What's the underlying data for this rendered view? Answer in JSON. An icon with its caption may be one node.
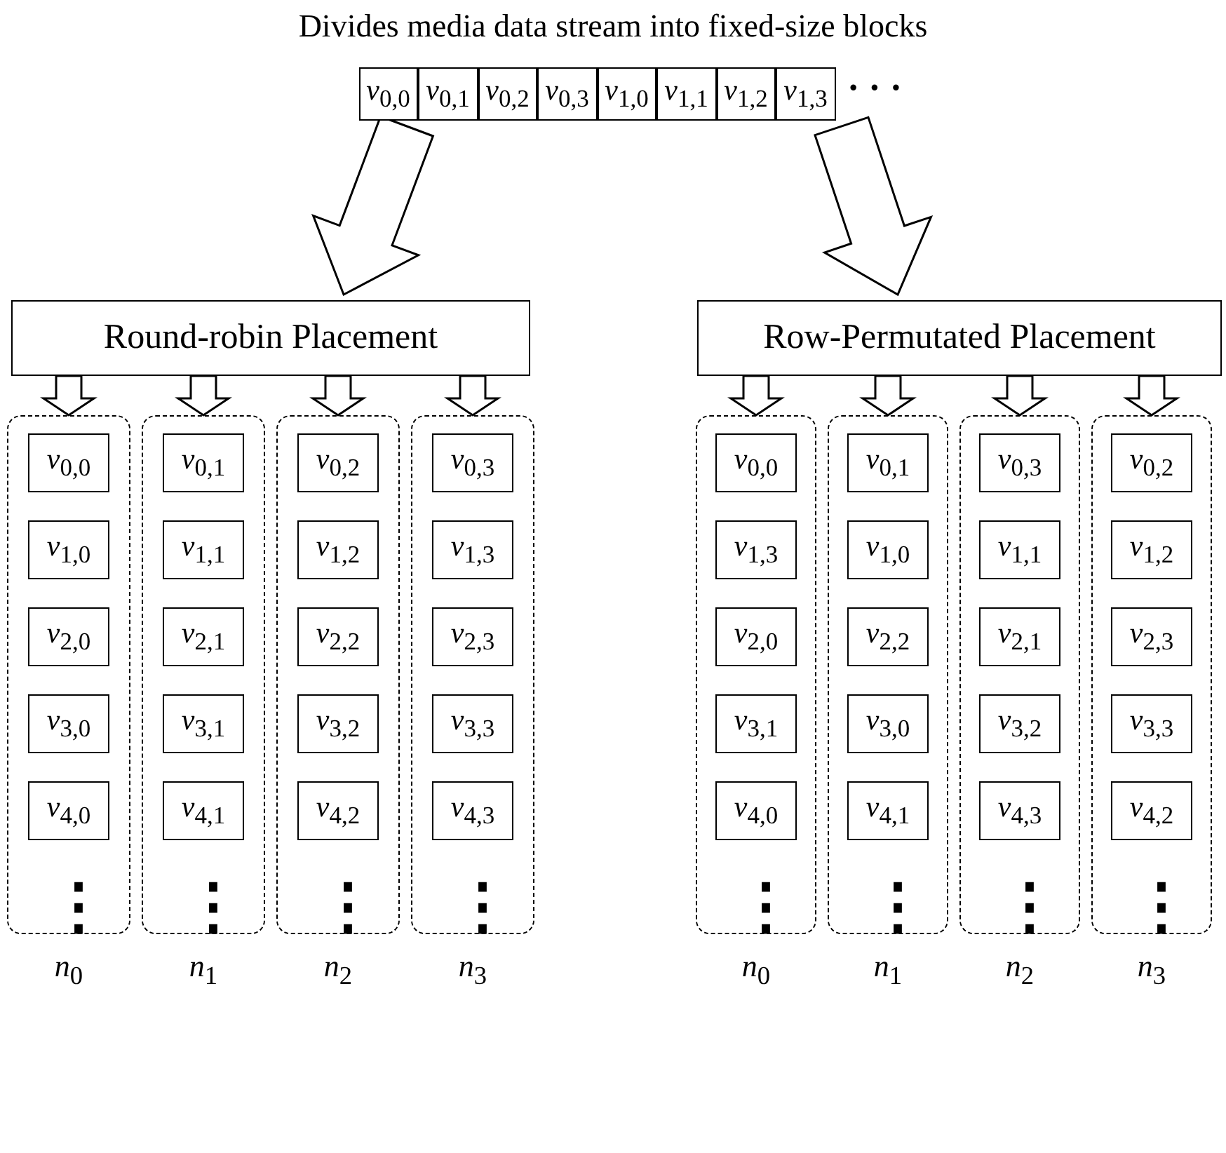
{
  "diagram": {
    "title": "Divides media data stream into fixed-size blocks",
    "nodes": [
      {
        "text": [],
        "shape": "bar"
      },
      {
        "text": [
          "*v*$_{0,0}$"
        ],
        "in": 0
      },
      {
        "text": [
          "*v*$_{0,1}$"
        ],
        "in": 0
      },
      {
        "text": [
          "*v*$_{0,2}$"
        ],
        "in": 0
      },
      {
        "text": [
          "*v*$_{0,3}$"
        ],
        "in": 0
      },
      {
        "text": [
          "*v*$_{1,0}$"
        ],
        "in": 0
      },
      {
        "text": [
          "*v*$_{1,1}$"
        ],
        "in": 0
      },
      {
        "text": [
          "*v*$_{1,2}$"
        ],
        "in": 0
      },
      {
        "text": [
          "*v*$_{1,3}$"
        ],
        "in": 0
      },
      {
        "text": [
          "Round-robin Placement"
        ]
      },
      {
        "text": [
          "Row-Permutated Placement"
        ]
      },
      {
        "text": [],
        "shape": "box",
        "beside": [
          "*n*$_{0}$"
        ]
      },
      {
        "text": [
          "*v*$_{0,0}$"
        ],
        "in": 11
      },
      {
        "text": [
          "*v*$_{1,0}$"
        ],
        "in": 11
      },
      {
        "text": [
          "*v*$_{2,0}$"
        ],
        "in": 11
      },
      {
        "text": [
          "*v*$_{3,0}$"
        ],
        "in": 11
      },
      {
        "text": [
          "*v*$_{4,0}$"
        ],
        "in": 11
      },
      {
        "text": [],
        "shape": "box",
        "beside": [
          "*n*$_{1}$"
        ]
      },
      {
        "text": [
          "*v*$_{0,1}$"
        ],
        "in": 17
      },
      {
        "text": [
          "*v*$_{1,1}$"
        ],
        "in": 17
      },
      {
        "text": [
          "*v*$_{2,1}$"
        ],
        "in": 17
      },
      {
        "text": [
          "*v*$_{3,1}$"
        ],
        "in": 17
      },
      {
        "text": [
          "*v*$_{4,1}$"
        ],
        "in": 17
      },
      {
        "text": [],
        "shape": "box",
        "beside": [
          "*n*$_{2}$"
        ]
      },
      {
        "text": [
          "*v*$_{0,2}$"
        ],
        "in": 23
      },
      {
        "text": [
          "*v*$_{1,2}$"
        ],
        "in": 23
      },
      {
        "text": [
          "*v*$_{2,2}$"
        ],
        "in": 23
      },
      {
        "text": [
          "*v*$_{3,2}$"
        ],
        "in": 23
      },
      {
        "text": [
          "*v*$_{4,2}$"
        ],
        "in": 23
      },
      {
        "text": [],
        "shape": "box",
        "beside": [
          "*n*$_{3}$"
        ]
      },
      {
        "text": [
          "*v*$_{0,3}$"
        ],
        "in": 29
      },
      {
        "text": [
          "*v*$_{1,3}$"
        ],
        "in": 29
      },
      {
        "text": [
          "*v*$_{2,3}$"
        ],
        "in": 29
      },
      {
        "text": [
          "*v*$_{3,3}$"
        ],
        "in": 29
      },
      {
        "text": [
          "*v*$_{4,3}$"
        ],
        "in": 29
      },
      {
        "text": [],
        "shape": "box",
        "beside": [
          "*n*$_{0}$"
        ]
      },
      {
        "text": [
          "*v*$_{0,0}$"
        ],
        "in": 35
      },
      {
        "text": [
          "*v*$_{1,3}$"
        ],
        "in": 35
      },
      {
        "text": [
          "*v*$_{2,0}$"
        ],
        "in": 35
      },
      {
        "text": [
          "*v*$_{3,1}$"
        ],
        "in": 35
      },
      {
        "text": [
          "*v*$_{4,0}$"
        ],
        "in": 35
      },
      {
        "text": [],
        "shape": "box",
        "beside": [
          "*n*$_{1}$"
        ]
      },
      {
        "text": [
          "*v*$_{0,1}$"
        ],
        "in": 41
      },
      {
        "text": [
          "*v*$_{1,0}$"
        ],
        "in": 41
      },
      {
        "text": [
          "*v*$_{2,2}$"
        ],
        "in": 41
      },
      {
        "text": [
          "*v*$_{3,0}$"
        ],
        "in": 41
      },
      {
        "text": [
          "*v*$_{4,1}$"
        ],
        "in": 41
      },
      {
        "text": [],
        "shape": "box",
        "beside": [
          "*n*$_{2}$"
        ]
      },
      {
        "text": [
          "*v*$_{0,3}$"
        ],
        "in": 47
      },
      {
        "text": [
          "*v*$_{1,1}$"
        ],
        "in": 47
      },
      {
        "text": [
          "*v*$_{2,1}$"
        ],
        "in": 47
      },
      {
        "text": [
          "*v*$_{3,2}$"
        ],
        "in": 47
      },
      {
        "text": [
          "*v*$_{4,3}$"
        ],
        "in": 47
      },
      {
        "text": [],
        "shape": "box",
        "beside": [
          "*n*$_{3}$"
        ]
      },
      {
        "text": [
          "*v*$_{0,2}$"
        ],
        "in": 53
      },
      {
        "text": [
          "*v*$_{1,2}$"
        ],
        "in": 53
      },
      {
        "text": [
          "*v*$_{2,3}$"
        ],
        "in": 53
      },
      {
        "text": [
          "*v*$_{3,3}$"
        ],
        "in": 53
      },
      {
        "text": [
          "*v*$_{4,2}$"
        ],
        "in": 53
      }
    ],
    "edges": [
      {
        "from": 0,
        "to": 9,
        "arrow": "to"
      },
      {
        "from": 0,
        "to": 10,
        "arrow": "to"
      },
      {
        "from": 9,
        "to": 11,
        "arrow": "to"
      },
      {
        "from": 9,
        "to": 17,
        "arrow": "to"
      },
      {
        "from": 9,
        "to": 23,
        "arrow": "to"
      },
      {
        "from": 9,
        "to": 29,
        "arrow": "to"
      },
      {
        "from": 10,
        "to": 35,
        "arrow": "to"
      },
      {
        "from": 10,
        "to": 41,
        "arrow": "to"
      },
      {
        "from": 10,
        "to": 47,
        "arrow": "to"
      },
      {
        "from": 10,
        "to": 53,
        "arrow": "to"
      }
    ],
    "labels": [
      "· · ·",
      "⋮",
      "⋮",
      "⋮",
      "⋮",
      "⋮",
      "⋮",
      "⋮",
      "⋮"
    ]
  }
}
